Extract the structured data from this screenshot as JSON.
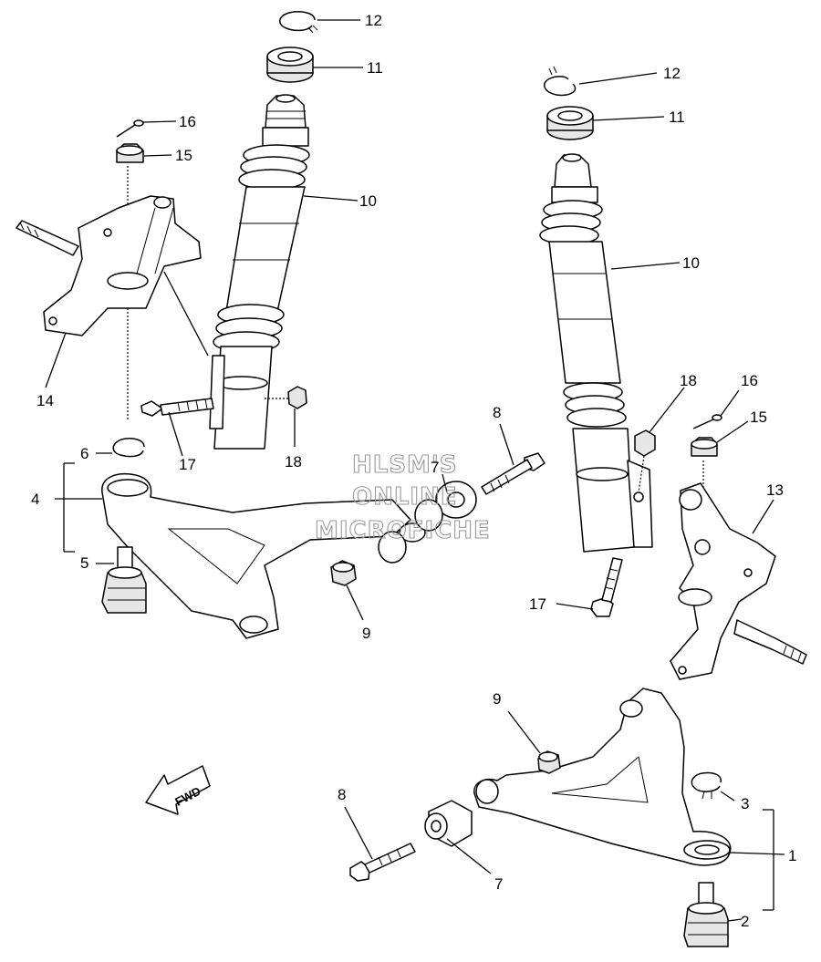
{
  "watermark": {
    "line1": "HLSM'S",
    "line2": "ONLINE",
    "line3": "MICROFICHE"
  },
  "fwd_label": "FWD",
  "callouts": {
    "left": {
      "c12": "12",
      "c11": "11",
      "c16": "16",
      "c15": "15",
      "c10": "10",
      "c14": "14",
      "c17": "17",
      "c18": "18",
      "c6": "6",
      "c4": "4",
      "c5": "5",
      "c7": "7",
      "c8": "8",
      "c9": "9"
    },
    "right": {
      "c12": "12",
      "c11": "11",
      "c10": "10",
      "c18": "18",
      "c16": "16",
      "c15": "15",
      "c13": "13",
      "c17": "17",
      "c9": "9",
      "c8": "8",
      "c7": "7",
      "c3": "3",
      "c1": "1",
      "c2": "2"
    }
  }
}
